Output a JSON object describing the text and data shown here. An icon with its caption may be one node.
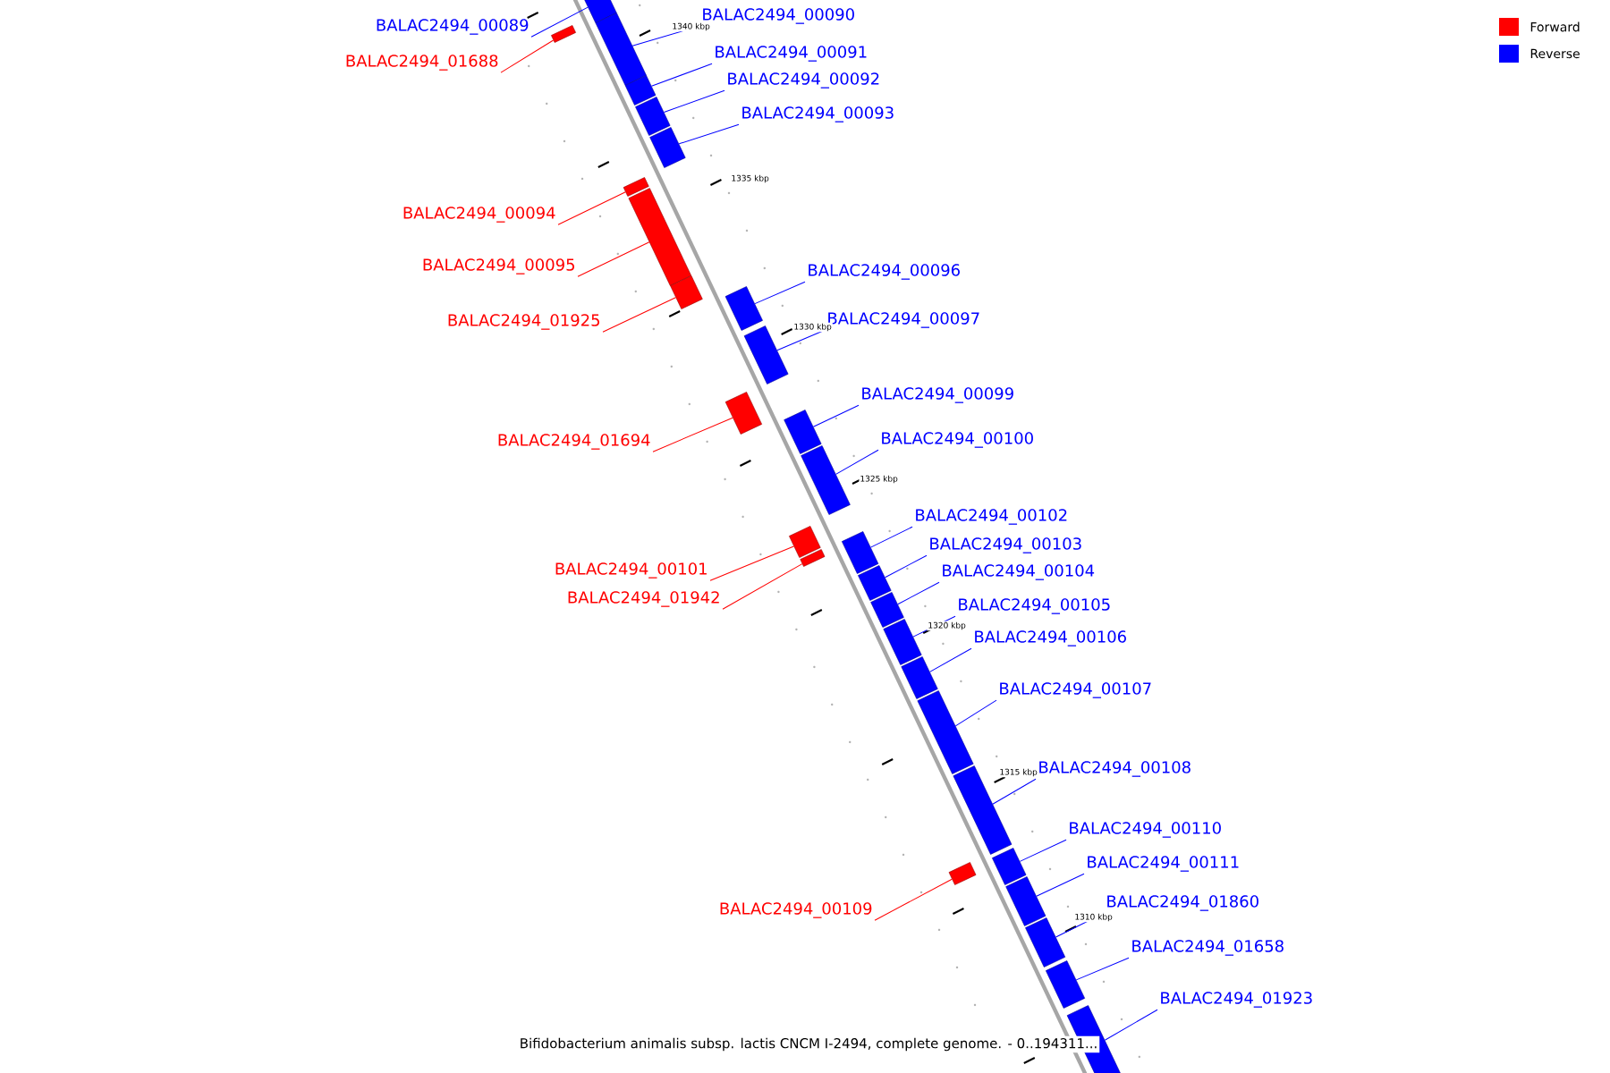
{
  "diagram": {
    "caption": "Bifidobacterium animalis subsp. lactis CNCM I-2494, complete genome. - 0..194311...",
    "nodes": [
      {
        "text": [
          "BALAC2494_00089"
        ]
      },
      {
        "text": [],
        "shape": "bar"
      },
      {
        "text": [
          "BALAC2494_00090"
        ]
      },
      {
        "text": [],
        "shape": "bar"
      },
      {
        "text": [
          "BALAC2494_01688"
        ]
      },
      {
        "text": [],
        "shape": "bar"
      },
      {
        "text": [
          "BALAC2494_00091"
        ]
      },
      {
        "text": [],
        "shape": "bar"
      },
      {
        "text": [
          "BALAC2494_00092"
        ]
      },
      {
        "text": [],
        "shape": "bar"
      },
      {
        "text": [
          "BALAC2494_00093"
        ]
      },
      {
        "text": [],
        "shape": "bar"
      },
      {
        "text": [
          "BALAC2494_00094"
        ]
      },
      {
        "text": [],
        "shape": "bar"
      },
      {
        "text": [
          "BALAC2494_00095"
        ]
      },
      {
        "text": [],
        "shape": "bar"
      },
      {
        "text": [
          "BALAC2494_00096"
        ]
      },
      {
        "text": [],
        "shape": "bar"
      },
      {
        "text": [
          "BALAC2494_00097"
        ]
      },
      {
        "text": [],
        "shape": "bar"
      },
      {
        "text": [
          "BALAC2494_01925"
        ]
      },
      {
        "text": [],
        "shape": "bar"
      },
      {
        "text": [
          "BALAC2494_00099"
        ]
      },
      {
        "text": [],
        "shape": "bar"
      },
      {
        "text": [
          "BALAC2494_00100"
        ]
      },
      {
        "text": [],
        "shape": "bar"
      },
      {
        "text": [
          "BALAC2494_01694"
        ]
      },
      {
        "text": [],
        "shape": "bar"
      },
      {
        "text": [
          "BALAC2494_00102"
        ]
      },
      {
        "text": [],
        "shape": "bar"
      },
      {
        "text": [
          "BALAC2494_00103"
        ]
      },
      {
        "text": [],
        "shape": "bar"
      },
      {
        "text": [
          "BALAC2494_00101"
        ]
      },
      {
        "text": [],
        "shape": "bar"
      },
      {
        "text": [
          "BALAC2494_00104"
        ]
      },
      {
        "text": [],
        "shape": "bar"
      },
      {
        "text": [
          "BALAC2494_01942"
        ]
      },
      {
        "text": [],
        "shape": "bar"
      },
      {
        "text": [
          "BALAC2494_00105"
        ]
      },
      {
        "text": [],
        "shape": "bar"
      },
      {
        "text": [
          "BALAC2494_00106"
        ]
      },
      {
        "text": [],
        "shape": "bar"
      },
      {
        "text": [
          "BALAC2494_00107"
        ]
      },
      {
        "text": [],
        "shape": "bar"
      },
      {
        "text": [
          "BALAC2494_00108"
        ]
      },
      {
        "text": [],
        "shape": "bar"
      },
      {
        "text": [
          "BALAC2494_00110"
        ]
      },
      {
        "text": [],
        "shape": "bar"
      },
      {
        "text": [
          "BALAC2494_00111"
        ]
      },
      {
        "text": [],
        "shape": "bar"
      },
      {
        "text": [
          "BALAC2494_01860"
        ]
      },
      {
        "text": [],
        "shape": "bar"
      },
      {
        "text": [
          "BALAC2494_00109"
        ]
      },
      {
        "text": [],
        "shape": "bar"
      },
      {
        "text": [
          "BALAC2494_01658"
        ]
      },
      {
        "text": [],
        "shape": "bar"
      },
      {
        "text": [
          "BALAC2494_01923"
        ]
      },
      {
        "text": [],
        "shape": "bar"
      }
    ],
    "edges": [
      {
        "from": 0,
        "to": 1,
        "arrow": "none"
      },
      {
        "from": 2,
        "to": 3,
        "arrow": "none"
      },
      {
        "from": 4,
        "to": 5,
        "arrow": "none",
        "color": "#ff0000"
      },
      {
        "from": 6,
        "to": 7,
        "arrow": "none"
      },
      {
        "from": 8,
        "to": 9,
        "arrow": "none"
      },
      {
        "from": 10,
        "to": 11,
        "arrow": "none"
      },
      {
        "from": 12,
        "to": 13,
        "arrow": "none",
        "color": "#ff0000"
      },
      {
        "from": 14,
        "to": 15,
        "arrow": "none",
        "color": "#ff0000"
      },
      {
        "from": 16,
        "to": 17,
        "arrow": "none"
      },
      {
        "from": 18,
        "to": 19,
        "arrow": "none"
      },
      {
        "from": 20,
        "to": 21,
        "arrow": "none",
        "color": "#ff0000"
      },
      {
        "from": 22,
        "to": 23,
        "arrow": "none"
      },
      {
        "from": 24,
        "to": 25,
        "arrow": "none"
      },
      {
        "from": 26,
        "to": 27,
        "arrow": "none",
        "color": "#ff0000"
      },
      {
        "from": 28,
        "to": 29,
        "arrow": "none"
      },
      {
        "from": 30,
        "to": 31,
        "arrow": "none"
      },
      {
        "from": 32,
        "to": 33,
        "arrow": "none",
        "color": "#ff0000"
      },
      {
        "from": 34,
        "to": 35,
        "arrow": "none"
      },
      {
        "from": 36,
        "to": 37,
        "arrow": "none",
        "color": "#ff0000"
      },
      {
        "from": 38,
        "to": 39,
        "arrow": "none"
      },
      {
        "from": 40,
        "to": 41,
        "arrow": "none"
      },
      {
        "from": 42,
        "to": 43,
        "arrow": "none"
      },
      {
        "from": 44,
        "to": 45,
        "arrow": "none"
      },
      {
        "from": 46,
        "to": 47,
        "arrow": "none"
      },
      {
        "from": 48,
        "to": 49,
        "arrow": "none"
      },
      {
        "from": 50,
        "to": 51,
        "arrow": "none"
      },
      {
        "from": 52,
        "to": 53,
        "arrow": "none",
        "color": "#ff0000"
      },
      {
        "from": 54,
        "to": 55,
        "arrow": "none"
      },
      {
        "from": 56,
        "to": 57,
        "arrow": "none"
      }
    ],
    "labels": [
      "1340 kbp",
      "1335 kbp",
      "1330 kbp",
      "1325 kbp",
      "1320 kbp",
      "1315 kbp",
      "1310 kbp"
    ],
    "legend": [
      {
        "text": "Forward",
        "color": "#ff0000"
      },
      {
        "text": "Reverse",
        "color": "#0000ff"
      }
    ]
  }
}
